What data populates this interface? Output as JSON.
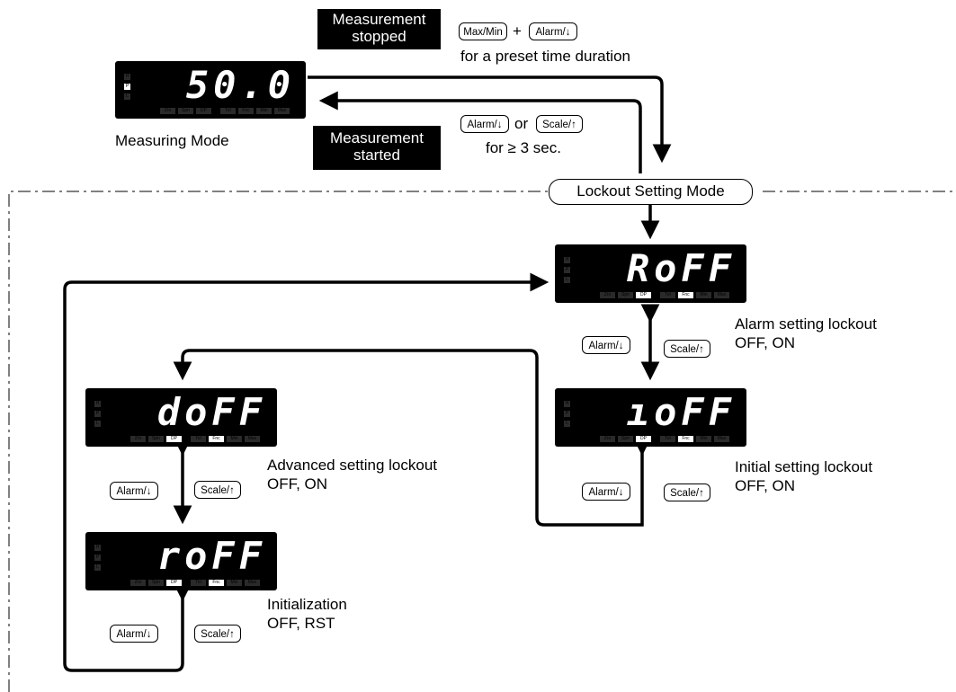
{
  "top": {
    "stopped_line1": "Measurement",
    "stopped_line2": "stopped",
    "started_line1": "Measurement",
    "started_line2": "started",
    "key_maxmin": "Max/Min",
    "plus": "+",
    "key_alarm": "Alarm/↓",
    "preset_text": "for a preset time duration",
    "key_alarm2": "Alarm/↓",
    "or_text": "or",
    "key_scale": "Scale/↑",
    "sec_text": "for ≥ 3 sec.",
    "measuring_label": "Measuring Mode",
    "measuring_display": "50.0",
    "mode_box": "Lockout Setting Mode"
  },
  "displays": {
    "aoff": "RoFF",
    "ioff": "ıoFF",
    "doff": "doFF",
    "roff": "roFF"
  },
  "labels": {
    "alarm_title": "Alarm setting lockout",
    "alarm_values": "OFF, ON",
    "initial_title": "Initial setting lockout",
    "initial_values": "OFF, ON",
    "advanced_title": "Advanced setting lockout",
    "advanced_values": "OFF, ON",
    "init_title": "Initialization",
    "init_values": "OFF, RST"
  },
  "keys": {
    "alarm": "Alarm/↓",
    "scale": "Scale/↑"
  },
  "indicators": {
    "hpl": [
      "H",
      "P",
      "L"
    ],
    "left": [
      "Zro",
      "Spn",
      "DP"
    ],
    "right": [
      "Tol",
      "Fnc",
      "Min",
      "Max"
    ]
  },
  "colors": {
    "display_bg": "#000000",
    "segment": "#ffffff"
  }
}
